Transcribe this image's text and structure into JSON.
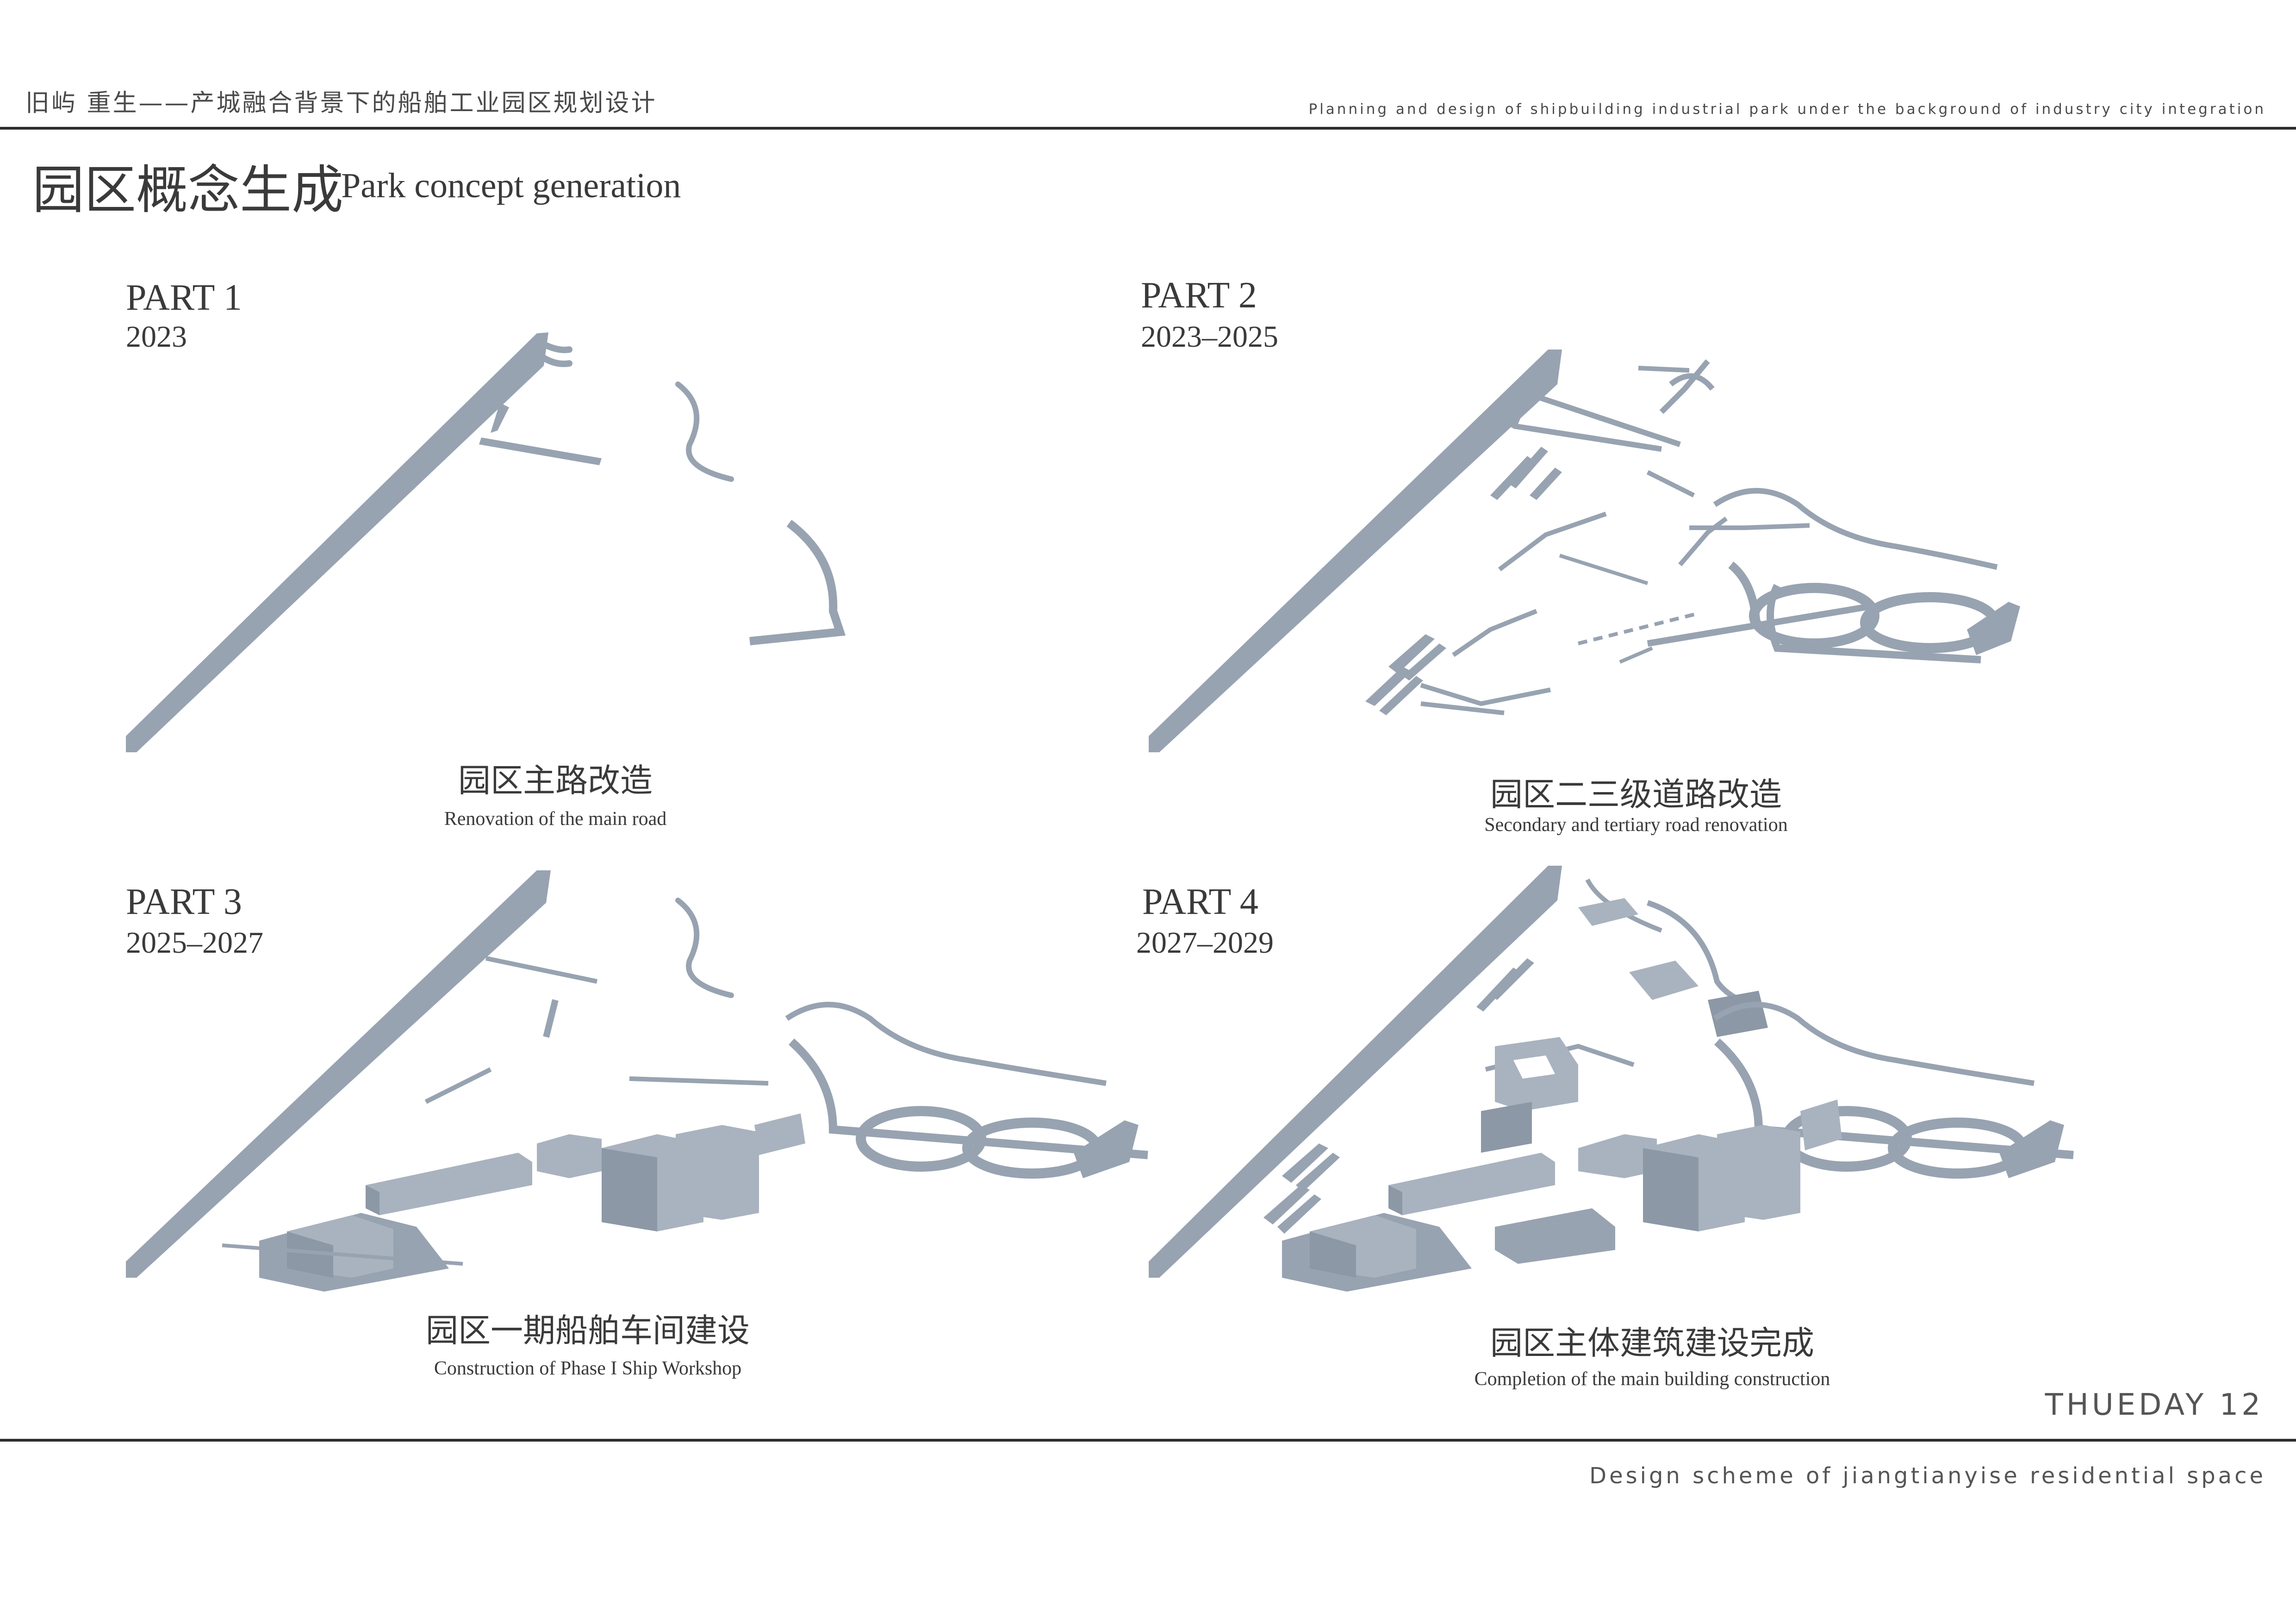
{
  "header": {
    "project_title_cn": "旧屿 重生——产城融合背景下的船舶工业园区规划设计",
    "project_title_en": "Planning and design of shipbuilding industrial park under the background of industry city integration"
  },
  "page": {
    "title_cn": "园区概念生成",
    "title_en": "Park concept generation"
  },
  "parts": [
    {
      "label": "PART 1",
      "years": "2023",
      "caption_cn": "园区主路改造",
      "caption_en": "Renovation of the main road"
    },
    {
      "label": "PART 2",
      "years": "2023–2025",
      "caption_cn": "园区二三级道路改造",
      "caption_en": "Secondary and tertiary road renovation"
    },
    {
      "label": "PART 3",
      "years": "2025–2027",
      "caption_cn": "园区一期船舶车间建设",
      "caption_en": "Construction of Phase I Ship Workshop"
    },
    {
      "label": "PART 4",
      "years": "2027–2029",
      "caption_cn": "园区主体建筑建设完成",
      "caption_en": "Completion of the main building construction"
    }
  ],
  "footer": {
    "brand": "THUEDAY  12",
    "subtitle": "Design scheme of jiangtianyise residential space"
  },
  "colors": {
    "road": "#98a3b1",
    "building_top": "#a9b3bf",
    "building_side": "#8d98a6",
    "rule": "#2e2e2e"
  }
}
